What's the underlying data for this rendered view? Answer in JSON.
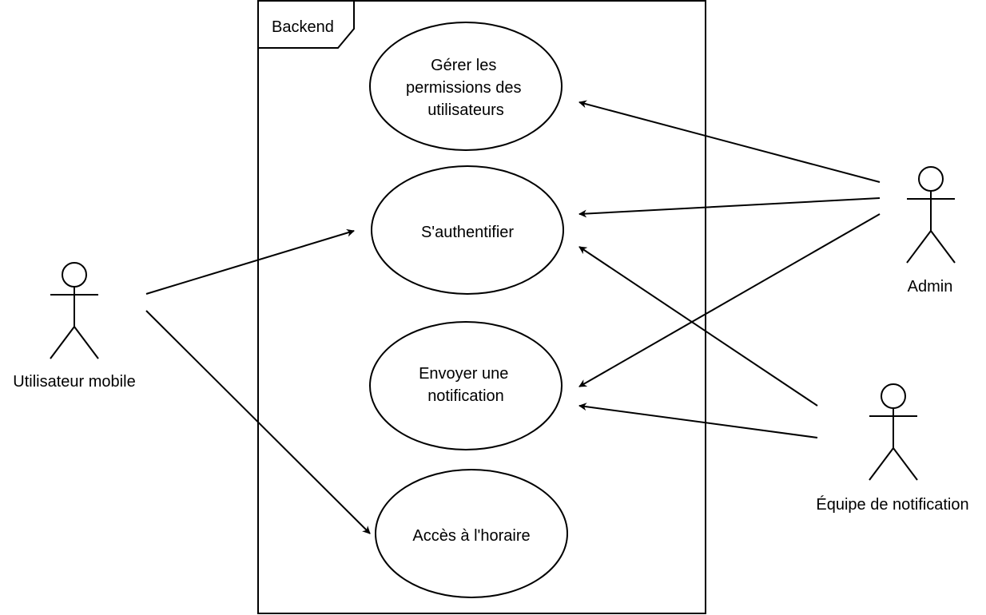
{
  "system": {
    "name": "Backend"
  },
  "use_cases": [
    {
      "id": "uc-permissions",
      "lines": [
        "Gérer les",
        "permissions des",
        "utilisateurs"
      ]
    },
    {
      "id": "uc-auth",
      "lines": [
        "S'authentifier"
      ]
    },
    {
      "id": "uc-notify",
      "lines": [
        "Envoyer une",
        "notification"
      ]
    },
    {
      "id": "uc-schedule",
      "lines": [
        "Accès à l'horaire"
      ]
    }
  ],
  "actors": [
    {
      "id": "actor-mobile-user",
      "label": "Utilisateur mobile"
    },
    {
      "id": "actor-admin",
      "label": "Admin"
    },
    {
      "id": "actor-notification-team",
      "label": "Équipe de notification"
    }
  ],
  "associations": [
    {
      "from": "actor-admin",
      "to": "uc-permissions"
    },
    {
      "from": "actor-admin",
      "to": "uc-auth"
    },
    {
      "from": "actor-admin",
      "to": "uc-notify"
    },
    {
      "from": "actor-mobile-user",
      "to": "uc-auth"
    },
    {
      "from": "actor-mobile-user",
      "to": "uc-schedule"
    },
    {
      "from": "actor-notification-team",
      "to": "uc-auth"
    },
    {
      "from": "actor-notification-team",
      "to": "uc-notify"
    }
  ],
  "colors": {
    "stroke": "#000000",
    "background": "#ffffff"
  }
}
